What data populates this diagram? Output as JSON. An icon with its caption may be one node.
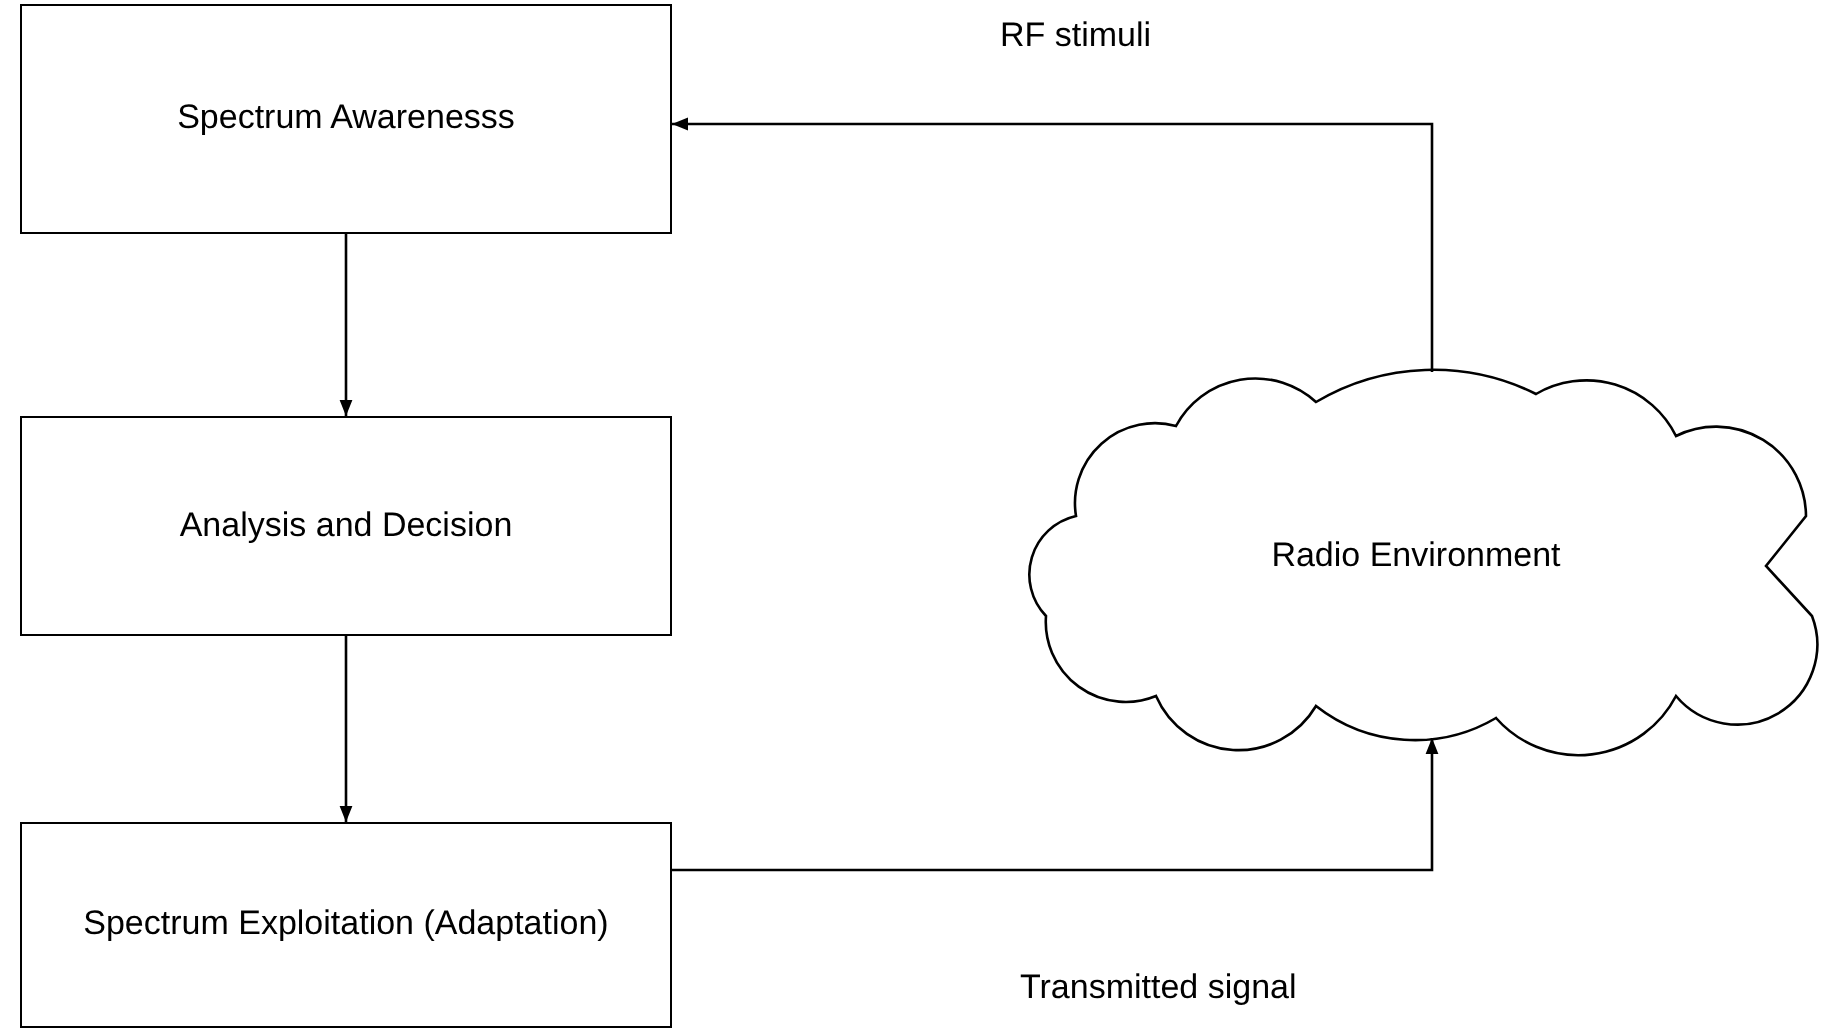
{
  "diagram": {
    "nodes": [
      {
        "text": [
          "Spectrum Awarenesss"
        ]
      },
      {
        "text": [
          "Analysis and Decision"
        ]
      },
      {
        "text": [
          "Spectrum Exploitation (Adaptation)"
        ]
      },
      {
        "text": [
          "Radio Environment"
        ]
      }
    ],
    "edges": [
      {
        "from": 0,
        "to": 1,
        "arrow": "to"
      },
      {
        "from": 1,
        "to": 2,
        "arrow": "to"
      },
      {
        "from": 2,
        "to": 3,
        "arrow": "to",
        "label": "Transmitted signal"
      },
      {
        "from": 3,
        "to": 0,
        "arrow": "to",
        "label": "RF stimuli"
      }
    ]
  }
}
